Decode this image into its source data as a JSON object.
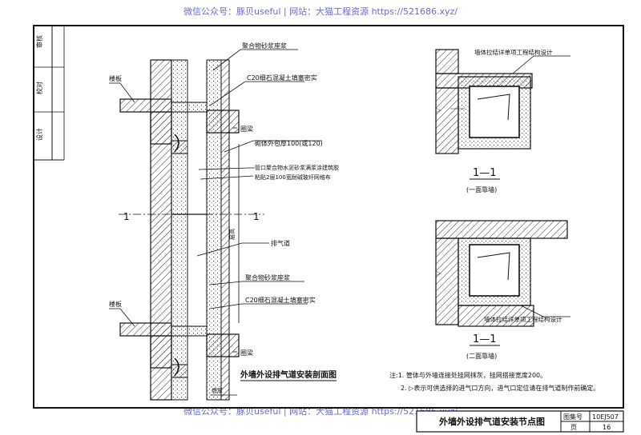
{
  "watermark": "微信公众号：豚贝useful | 网站：大猫工程资源 https://521686.xyz/",
  "signatures": {
    "r1": "审核",
    "r2": "校对",
    "r3": "设计"
  },
  "section": {
    "marker": "1",
    "labels": {
      "mortar_top": "聚合物砂浆座浆",
      "concrete_top": "C20细石混凝土填塞密实",
      "floor_top": "楼板",
      "ring_beam_top": "圈梁",
      "wall_wrap": "砌体外包厚100(或120)",
      "pipe_note_1": "管口聚合物水泥砂浆满浆涂建筑胶",
      "pipe_note_2": "粘贴2层100宽耐碱玻纤网格布",
      "exhaust_duct": "排气道",
      "mortar_bottom": "聚合物砂浆座浆",
      "concrete_bottom": "C20细石混凝土填塞密实",
      "floor_bottom": "楼板",
      "ring_beam_bottom": "圈梁",
      "caption": "外墙外设排气道安装剖面图",
      "vertical_dim": "层高",
      "bottom_dim": "墙厚"
    }
  },
  "plan_one_side": {
    "label": "墙体拉结详单项工程结构设计",
    "title": "1—1",
    "subtitle": "(一面靠墙)"
  },
  "plan_two_sides": {
    "label": "墙体拉结详单项工程结构设计",
    "title": "1—1",
    "subtitle": "(二面靠墙)"
  },
  "notes": {
    "line1": "注:1. 管体与外墙连接处挂网抹灰，挂网搭接宽度200。",
    "line2": "2. ▷表示可供选择的进气口方向，进气口定位请在排气道制作前确定。"
  },
  "title_block": {
    "title": "外墙外设排气道安装节点图",
    "atlas_label": "图集号",
    "atlas_no": "10EJ507",
    "page_label": "页",
    "page_no": "16"
  }
}
